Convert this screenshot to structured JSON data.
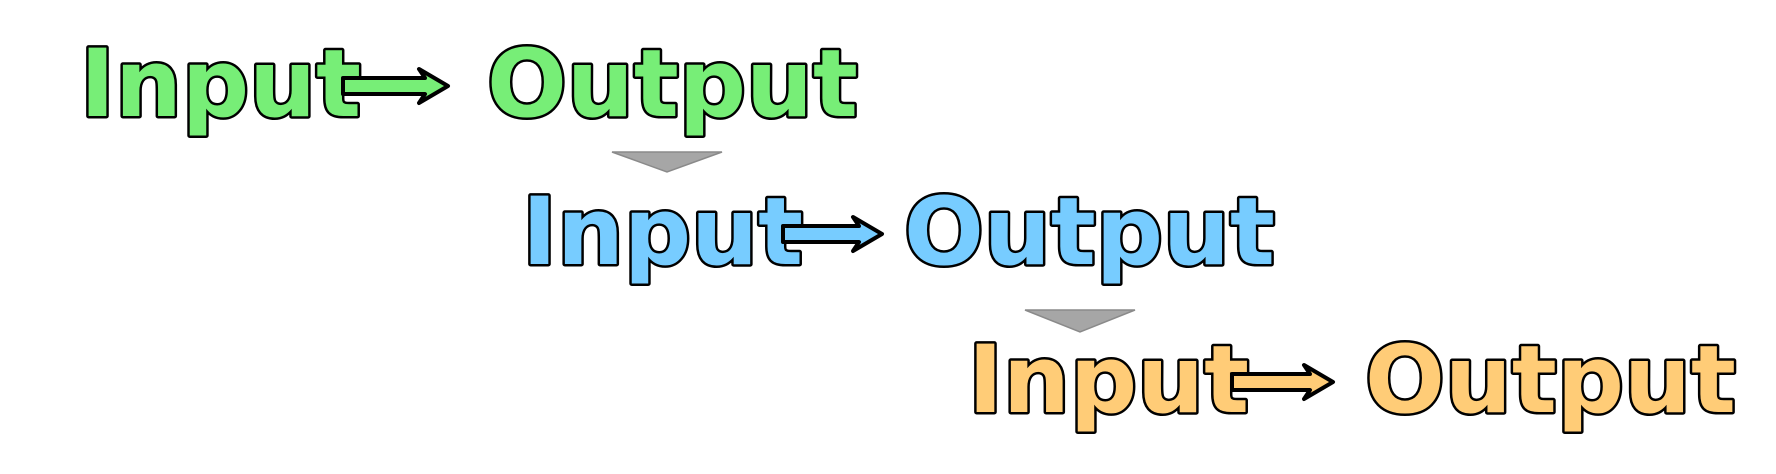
{
  "colors": {
    "row1": "#77ee77",
    "row2": "#77ccff",
    "row3": "#ffcc77",
    "connector": "#a6a6a6"
  },
  "rows": [
    {
      "input": "Input",
      "output": "Output",
      "arrow_icon": "right-arrow-icon"
    },
    {
      "input": "Input",
      "output": "Output",
      "arrow_icon": "right-arrow-icon"
    },
    {
      "input": "Input",
      "output": "Output",
      "arrow_icon": "right-arrow-icon"
    }
  ],
  "connectors": [
    {
      "icon": "down-triangle-icon"
    },
    {
      "icon": "down-triangle-icon"
    }
  ]
}
